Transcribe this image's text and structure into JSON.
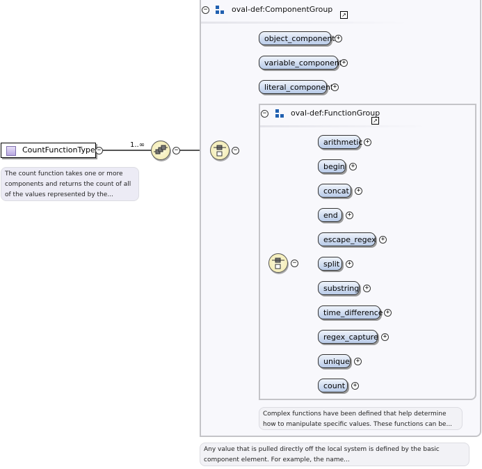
{
  "root": {
    "label": "CountFunctionType",
    "note": "The count function takes one or more components and returns the count of all of the values represented by the...",
    "cardinality": "1..∞"
  },
  "component_group": {
    "title": "oval-def:ComponentGroup",
    "elements": [
      "object_component",
      "variable_component",
      "literal_component"
    ],
    "note": "Any value that is pulled directly off the local system is defined by the basic component element. For example, the name..."
  },
  "function_group": {
    "title": "oval-def:FunctionGroup",
    "elements": [
      "arithmetic",
      "begin",
      "concat",
      "end",
      "escape_regex",
      "split",
      "substring",
      "time_difference",
      "regex_capture",
      "unique",
      "count"
    ],
    "note": "Complex functions have been defined that help determine how to manipulate specific values. These functions can be..."
  },
  "colors": {
    "element_fill": "#b8cbe8",
    "compositor_fill": "#f0e7a8",
    "group_icon": "#2060b0"
  }
}
